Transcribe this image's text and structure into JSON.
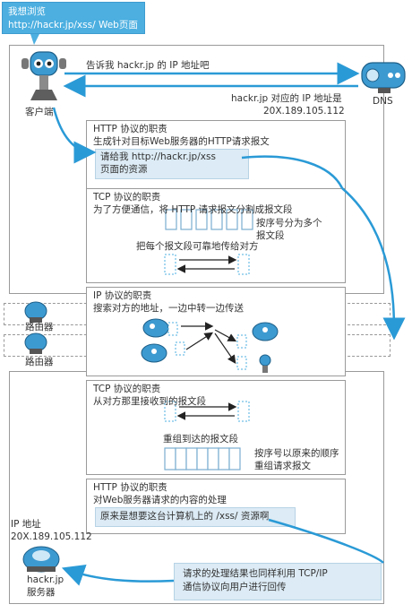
{
  "top_callout": {
    "line1": "我想浏览",
    "line2": "http://hackr.jp/xss/ Web页面"
  },
  "client_label": "客户端",
  "dns_label": "DNS",
  "dns_query": "告诉我 hackr.jp 的 IP 地址吧",
  "dns_answer": {
    "line1": "hackr.jp 对应的 IP 地址是",
    "line2": "20X.189.105.112"
  },
  "http_client": {
    "title": "HTTP 协议的职责",
    "desc": "生成针对目标Web服务器的HTTP请求报文",
    "request_line1": "请给我 http://hackr.jp/xss",
    "request_line2": "页面的资源"
  },
  "tcp_client": {
    "title": "TCP 协议的职责",
    "desc": "为了方便通信，将 HTTP 请求报文分割成报文段",
    "seq_line1": "按序号分为多个",
    "seq_line2": "报文段",
    "reliable": "把每个报文段可靠地传给对方"
  },
  "ip": {
    "title": "IP 协议的职责",
    "desc": "搜索对方的地址，一边中转一边传送"
  },
  "router_label_1": "路由器",
  "router_label_2": "路由器",
  "tcp_server": {
    "title": "TCP 协议的职责",
    "desc": "从对方那里接收到的报文段",
    "reassemble": "重组到达的报文段",
    "order_line1": "按序号以原来的顺序",
    "order_line2": "重组请求报文"
  },
  "http_server": {
    "title": "HTTP 协议的职责",
    "desc": "对Web服务器请求的内容的处理",
    "resource": "原来是想要这台计算机上的 /xss/ 资源啊"
  },
  "server": {
    "ip_label": "IP 地址",
    "ip": "20X.189.105.112",
    "name_line1": "hackr.jp",
    "name_line2": "服务器"
  },
  "response_note": {
    "line1": "请求的处理结果也同样利用 TCP/IP",
    "line2": "通信协议向用户进行回传"
  },
  "colors": {
    "accent": "#2a9ad6",
    "callout": "#4cafe0",
    "panel": "#dcebf5",
    "robot": "#3d9ad1"
  }
}
